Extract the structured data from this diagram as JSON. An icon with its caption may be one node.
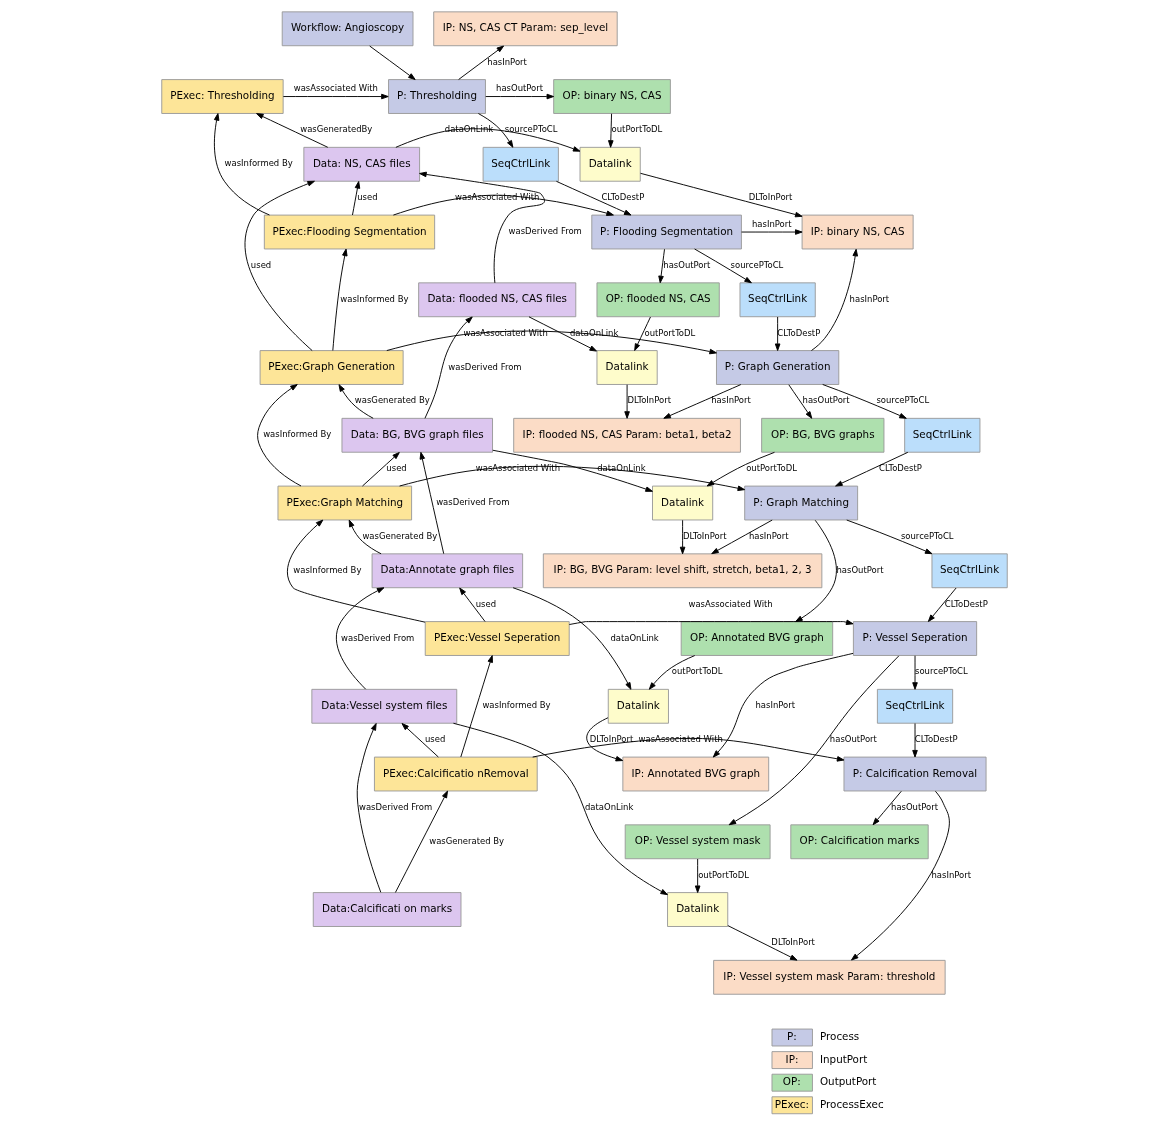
{
  "diagram": {
    "nodes": [
      {
        "text": [
          "Workflow: Angioscopy"
        ]
      },
      {
        "text": [
          "PExec: Thresholding"
        ]
      },
      {
        "text": [
          "P: Thresholding"
        ]
      },
      {
        "text": [
          "IP: NS, CAS CT Param: sep_level"
        ]
      },
      {
        "text": [
          "OP: binary NS, CAS"
        ]
      },
      {
        "text": [
          "Datalink"
        ]
      },
      {
        "text": [
          "Data: NS, CAS files"
        ]
      },
      {
        "text": [
          "SeqCtrlLink"
        ]
      },
      {
        "text": [
          "IP: binary NS, CAS"
        ]
      },
      {
        "text": [
          "PExec:Flooding Segmentation"
        ]
      },
      {
        "text": [
          "P: Flooding Segmentation"
        ]
      },
      {
        "text": [
          "OP: flooded NS, CAS"
        ]
      },
      {
        "text": [
          "Data: flooded NS, CAS files"
        ]
      },
      {
        "text": [
          "SeqCtrlLink"
        ]
      },
      {
        "text": [
          "Datalink"
        ]
      },
      {
        "text": [
          "PExec:Graph Generation"
        ]
      },
      {
        "text": [
          "P: Graph Generation"
        ]
      },
      {
        "text": [
          "IP: flooded NS, CAS Param: beta1, beta2"
        ]
      },
      {
        "text": [
          "Data: BG, BVG graph files"
        ]
      },
      {
        "text": [
          "SeqCtrlLink"
        ]
      },
      {
        "text": [
          "OP: BG, BVG graphs"
        ]
      },
      {
        "text": [
          "PExec:Graph Matching"
        ]
      },
      {
        "text": [
          "P: Graph Matching"
        ]
      },
      {
        "text": [
          "Datalink"
        ]
      },
      {
        "text": [
          "Data:Annotate graph files"
        ]
      },
      {
        "text": [
          "SeqCtrlLink"
        ]
      },
      {
        "text": [
          "IP: BG, BVG Param: level shift, stretch, beta1, 2, 3"
        ]
      },
      {
        "text": [
          "PExec:Vessel Seperation"
        ]
      },
      {
        "text": [
          "P: Vessel Seperation"
        ]
      },
      {
        "text": [
          "OP: Annotated BVG graph"
        ]
      },
      {
        "text": [
          "Data:Vessel system files"
        ]
      },
      {
        "text": [
          "SeqCtrlLink"
        ]
      },
      {
        "text": [
          "Datalink"
        ]
      },
      {
        "text": [
          "IP: Annotated BVG graph"
        ]
      },
      {
        "text": [
          "PExec:Calcificatio nRemoval"
        ]
      },
      {
        "text": [
          "P: Calcification Removal"
        ]
      },
      {
        "text": [
          "OP: Vessel system mask"
        ]
      },
      {
        "text": [
          "OP: Calcification marks"
        ]
      },
      {
        "text": [
          "Data:Calcificati on marks"
        ]
      },
      {
        "text": [
          "Datalink"
        ]
      },
      {
        "text": [
          "IP: Vessel system mask Param: threshold"
        ]
      }
    ],
    "edges": [
      {
        "from": 0,
        "to": 2,
        "arrow": "to"
      },
      {
        "from": 1,
        "to": 2,
        "arrow": "to",
        "label": "wasAssociated With"
      },
      {
        "from": 2,
        "to": 3,
        "arrow": "to",
        "label": "hasInPort"
      },
      {
        "from": 2,
        "to": 4,
        "arrow": "to",
        "label": "hasOutPort"
      },
      {
        "from": 2,
        "to": 7,
        "arrow": "to",
        "label": "sourcePToCL"
      },
      {
        "from": 4,
        "to": 5,
        "arrow": "to",
        "label": "outPortToDL"
      },
      {
        "from": 5,
        "to": 8,
        "arrow": "to",
        "label": "DLToInPort"
      },
      {
        "from": 6,
        "to": 1,
        "arrow": "to",
        "label": "wasGeneratedBy"
      },
      {
        "from": 6,
        "to": 5,
        "arrow": "to",
        "label": "dataOnLink"
      },
      {
        "from": 7,
        "to": 10,
        "arrow": "to",
        "label": "CLToDestP"
      },
      {
        "from": 9,
        "to": 1,
        "arrow": "to",
        "label": "wasInformed By"
      },
      {
        "from": 9,
        "to": 6,
        "arrow": "to",
        "label": "used"
      },
      {
        "from": 9,
        "to": 10,
        "arrow": "to",
        "label": "wasAssociated With"
      },
      {
        "from": 10,
        "to": 8,
        "arrow": "to",
        "label": "hasInPort"
      },
      {
        "from": 10,
        "to": 11,
        "arrow": "to",
        "label": "hasOutPort"
      },
      {
        "from": 10,
        "to": 13,
        "arrow": "to",
        "label": "sourcePToCL"
      },
      {
        "from": 12,
        "to": 6,
        "arrow": "to",
        "label": "wasDerived From"
      },
      {
        "from": 12,
        "to": 14,
        "arrow": "to",
        "label": "dataOnLink"
      },
      {
        "from": 11,
        "to": 14,
        "arrow": "to",
        "label": "outPortToDL"
      },
      {
        "from": 14,
        "to": 17,
        "arrow": "to",
        "label": "DLToInPort"
      },
      {
        "from": 13,
        "to": 16,
        "arrow": "to",
        "label": "CLToDestP"
      },
      {
        "from": 15,
        "to": 6,
        "arrow": "to",
        "label": "used"
      },
      {
        "from": 15,
        "to": 9,
        "arrow": "to",
        "label": "wasInformed By"
      },
      {
        "from": 15,
        "to": 16,
        "arrow": "to",
        "label": "wasAssociated With"
      },
      {
        "from": 16,
        "to": 8,
        "arrow": "to",
        "label": "hasInPort"
      },
      {
        "from": 16,
        "to": 17,
        "arrow": "to",
        "label": "hasInPort"
      },
      {
        "from": 16,
        "to": 20,
        "arrow": "to",
        "label": "hasOutPort"
      },
      {
        "from": 16,
        "to": 19,
        "arrow": "to",
        "label": "sourcePToCL"
      },
      {
        "from": 18,
        "to": 15,
        "arrow": "to",
        "label": "wasGenerated By"
      },
      {
        "from": 18,
        "to": 12,
        "arrow": "to",
        "label": "wasDerived From"
      },
      {
        "from": 18,
        "to": 23,
        "arrow": "to",
        "label": "dataOnLink"
      },
      {
        "from": 19,
        "to": 22,
        "arrow": "to",
        "label": "CLToDestP"
      },
      {
        "from": 20,
        "to": 23,
        "arrow": "to",
        "label": "outPortToDL"
      },
      {
        "from": 21,
        "to": 15,
        "arrow": "to",
        "label": "wasInformed By"
      },
      {
        "from": 21,
        "to": 18,
        "arrow": "to",
        "label": "used"
      },
      {
        "from": 21,
        "to": 22,
        "arrow": "to",
        "label": "wasAssociated With"
      },
      {
        "from": 22,
        "to": 26,
        "arrow": "to",
        "label": "hasInPort"
      },
      {
        "from": 22,
        "to": 29,
        "arrow": "to",
        "label": "hasOutPort"
      },
      {
        "from": 22,
        "to": 25,
        "arrow": "to",
        "label": "sourcePToCL"
      },
      {
        "from": 23,
        "to": 26,
        "arrow": "to",
        "label": "DLToInPort"
      },
      {
        "from": 24,
        "to": 21,
        "arrow": "to",
        "label": "wasGenerated By"
      },
      {
        "from": 24,
        "to": 18,
        "arrow": "to",
        "label": "wasDerived From"
      },
      {
        "from": 24,
        "to": 32,
        "arrow": "to",
        "label": "dataOnLink"
      },
      {
        "from": 25,
        "to": 28,
        "arrow": "to",
        "label": "CLToDestP"
      },
      {
        "from": 27,
        "to": 21,
        "arrow": "to",
        "label": "wasInformed By"
      },
      {
        "from": 27,
        "to": 24,
        "arrow": "to",
        "label": "used"
      },
      {
        "from": 27,
        "to": 28,
        "arrow": "to",
        "label": "wasAssociated With"
      },
      {
        "from": 28,
        "to": 33,
        "arrow": "to",
        "label": "hasInPort"
      },
      {
        "from": 28,
        "to": 36,
        "arrow": "to",
        "label": "hasOutPort"
      },
      {
        "from": 28,
        "to": 31,
        "arrow": "to",
        "label": "sourcePToCL"
      },
      {
        "from": 29,
        "to": 32,
        "arrow": "to",
        "label": "outPortToDL"
      },
      {
        "from": 32,
        "to": 33,
        "arrow": "to",
        "label": "DLToInPort"
      },
      {
        "from": 30,
        "to": 24,
        "arrow": "to",
        "label": "wasDerived From"
      },
      {
        "from": 30,
        "to": 39,
        "arrow": "to",
        "label": "dataOnLink"
      },
      {
        "from": 31,
        "to": 35,
        "arrow": "to",
        "label": "CLToDestP"
      },
      {
        "from": 34,
        "to": 27,
        "arrow": "to",
        "label": "wasInformed By"
      },
      {
        "from": 34,
        "to": 30,
        "arrow": "to",
        "label": "used"
      },
      {
        "from": 34,
        "to": 35,
        "arrow": "to",
        "label": "wasAssociated With"
      },
      {
        "from": 35,
        "to": 37,
        "arrow": "to",
        "label": "hasOutPort"
      },
      {
        "from": 35,
        "to": 40,
        "arrow": "to",
        "label": "hasInPort"
      },
      {
        "from": 36,
        "to": 39,
        "arrow": "to",
        "label": "outPortToDL"
      },
      {
        "from": 39,
        "to": 40,
        "arrow": "to",
        "label": "DLToInPort"
      },
      {
        "from": 38,
        "to": 34,
        "arrow": "to",
        "label": "wasGenerated By"
      },
      {
        "from": 38,
        "to": 30,
        "arrow": "to",
        "label": "wasDerived From"
      }
    ],
    "legend": [
      {
        "text": "P: Process",
        "color": "#c5cae6"
      },
      {
        "text": "IP: InputPort",
        "color": "#fbdcc6"
      },
      {
        "text": "OP: OutputPort",
        "color": "#aee0ae"
      },
      {
        "text": "PExec: ProcessExec",
        "color": "#fde598"
      }
    ]
  }
}
